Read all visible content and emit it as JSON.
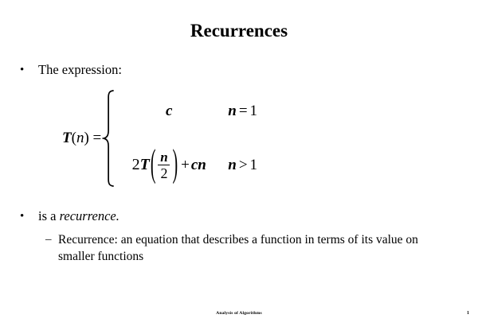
{
  "slide": {
    "title": "Recurrences",
    "bullets": [
      {
        "marker": "•",
        "text": "The expression:"
      },
      {
        "marker": "•",
        "text_plain": "is a ",
        "text_italic": "recurrence."
      }
    ],
    "sub_bullets": [
      {
        "marker": "–",
        "text": "Recurrence: an equation that describes a function in terms of its value on smaller functions"
      }
    ],
    "equation": {
      "lhs_function": "T",
      "lhs_arg": "n",
      "lhs_relation": "=",
      "cases": [
        {
          "expression": "c",
          "condition_variable": "n",
          "condition_operator": "=",
          "condition_value": "1"
        },
        {
          "coefficient": "2",
          "function": "T",
          "fraction_numerator": "n",
          "fraction_denominator": "2",
          "operator": "+",
          "term": "cn",
          "condition_variable": "n",
          "condition_operator": ">",
          "condition_value": "1"
        }
      ]
    },
    "footer": {
      "note": "Analysis of Algorithms",
      "page_number": "1"
    },
    "colors": {
      "background": "#ffffff",
      "text": "#000000"
    }
  }
}
